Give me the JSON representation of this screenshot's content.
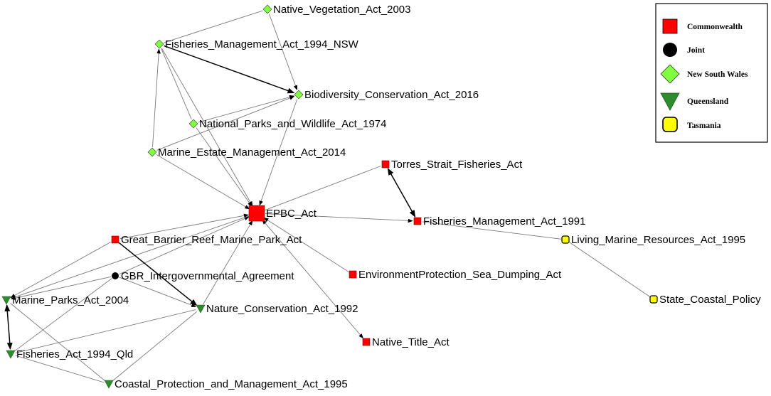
{
  "legend": [
    {
      "key": "commonwealth",
      "label": "Commonwealth",
      "shape": "square",
      "color": "#ff0000"
    },
    {
      "key": "joint",
      "label": "Joint",
      "shape": "circle",
      "color": "#000000"
    },
    {
      "key": "nsw",
      "label": "New South Wales",
      "shape": "diamond",
      "color": "#80ff40"
    },
    {
      "key": "qld",
      "label": "Queensland",
      "shape": "triangle-down",
      "color": "#2e8b2e"
    },
    {
      "key": "tas",
      "label": "Tasmania",
      "shape": "rounded-square",
      "color": "#ffff00"
    }
  ],
  "nodes": [
    {
      "id": "nva",
      "label": "Native_Vegetation_Act_2003",
      "group": "nsw"
    },
    {
      "id": "fma94",
      "label": "Fisheries_Management_Act_1994_NSW",
      "group": "nsw"
    },
    {
      "id": "bca",
      "label": "Biodiversity_Conservation_Act_2016",
      "group": "nsw"
    },
    {
      "id": "npwa",
      "label": "National_Parks_and_Wildlife_Act_1974",
      "group": "nsw"
    },
    {
      "id": "mema",
      "label": "Marine_Estate_Management_Act_2014",
      "group": "nsw"
    },
    {
      "id": "tsfa",
      "label": "Torres_Strait_Fisheries_Act",
      "group": "commonwealth"
    },
    {
      "id": "epbc",
      "label": "EPBC_Act",
      "group": "commonwealth"
    },
    {
      "id": "fma91",
      "label": "Fisheries_Management_Act_1991",
      "group": "commonwealth"
    },
    {
      "id": "lmra",
      "label": "Living_Marine_Resources_Act_1995",
      "group": "tas"
    },
    {
      "id": "gbrmpa",
      "label": "Great_Barrier_Reef_Marine_Park_Act",
      "group": "commonwealth"
    },
    {
      "id": "gbria",
      "label": "GBR_Intergovernmental_Agreement",
      "group": "joint"
    },
    {
      "id": "epsda",
      "label": "EnvironmentProtection_Sea_Dumping_Act",
      "group": "commonwealth"
    },
    {
      "id": "mpa",
      "label": "Marine_Parks_Act_2004",
      "group": "qld"
    },
    {
      "id": "nca",
      "label": "Nature_Conservation_Act_1992",
      "group": "qld"
    },
    {
      "id": "scp",
      "label": "State_Coastal_Policy",
      "group": "tas"
    },
    {
      "id": "fa94",
      "label": "Fisheries_Act_1994_Qld",
      "group": "qld"
    },
    {
      "id": "nta",
      "label": "Native_Title_Act",
      "group": "commonwealth"
    },
    {
      "id": "cpma",
      "label": "Coastal_Protection_and_Management_Act_1995",
      "group": "qld"
    }
  ],
  "edges": [
    {
      "from": "nva",
      "to": "fma94",
      "dir": "none"
    },
    {
      "from": "nva",
      "to": "bca",
      "dir": "forward"
    },
    {
      "from": "fma94",
      "to": "bca",
      "dir": "forward",
      "strong": true
    },
    {
      "from": "fma94",
      "to": "npwa",
      "dir": "none"
    },
    {
      "from": "fma94",
      "to": "epbc",
      "dir": "forward"
    },
    {
      "from": "mema",
      "to": "fma94",
      "dir": "forward"
    },
    {
      "from": "npwa",
      "to": "bca",
      "dir": "forward"
    },
    {
      "from": "mema",
      "to": "bca",
      "dir": "forward"
    },
    {
      "from": "bca",
      "to": "epbc",
      "dir": "forward"
    },
    {
      "from": "npwa",
      "to": "epbc",
      "dir": "forward"
    },
    {
      "from": "mema",
      "to": "epbc",
      "dir": "forward"
    },
    {
      "from": "tsfa",
      "to": "epbc",
      "dir": "none"
    },
    {
      "from": "tsfa",
      "to": "fma91",
      "dir": "both",
      "strong": true
    },
    {
      "from": "epbc",
      "to": "fma91",
      "dir": "forward"
    },
    {
      "from": "fma91",
      "to": "lmra",
      "dir": "none"
    },
    {
      "from": "lmra",
      "to": "scp",
      "dir": "none"
    },
    {
      "from": "gbrmpa",
      "to": "epbc",
      "dir": "forward"
    },
    {
      "from": "gbria",
      "to": "epbc",
      "dir": "forward"
    },
    {
      "from": "epsda",
      "to": "epbc",
      "dir": "forward"
    },
    {
      "from": "nca",
      "to": "epbc",
      "dir": "forward"
    },
    {
      "from": "nta",
      "to": "epbc",
      "dir": "both"
    },
    {
      "from": "mpa",
      "to": "epbc",
      "dir": "none"
    },
    {
      "from": "gbrmpa",
      "to": "nca",
      "dir": "forward",
      "strong": true
    },
    {
      "from": "gbria",
      "to": "nca",
      "dir": "forward"
    },
    {
      "from": "gbrmpa",
      "to": "mpa",
      "dir": "forward"
    },
    {
      "from": "gbria",
      "to": "mpa",
      "dir": "forward"
    },
    {
      "from": "gbria",
      "to": "fa94",
      "dir": "none"
    },
    {
      "from": "mpa",
      "to": "fa94",
      "dir": "both",
      "strong": true
    },
    {
      "from": "mpa",
      "to": "cpma",
      "dir": "none"
    },
    {
      "from": "fa94",
      "to": "nca",
      "dir": "none"
    },
    {
      "from": "cpma",
      "to": "nca",
      "dir": "none"
    },
    {
      "from": "fa94",
      "to": "cpma",
      "dir": "none"
    }
  ]
}
